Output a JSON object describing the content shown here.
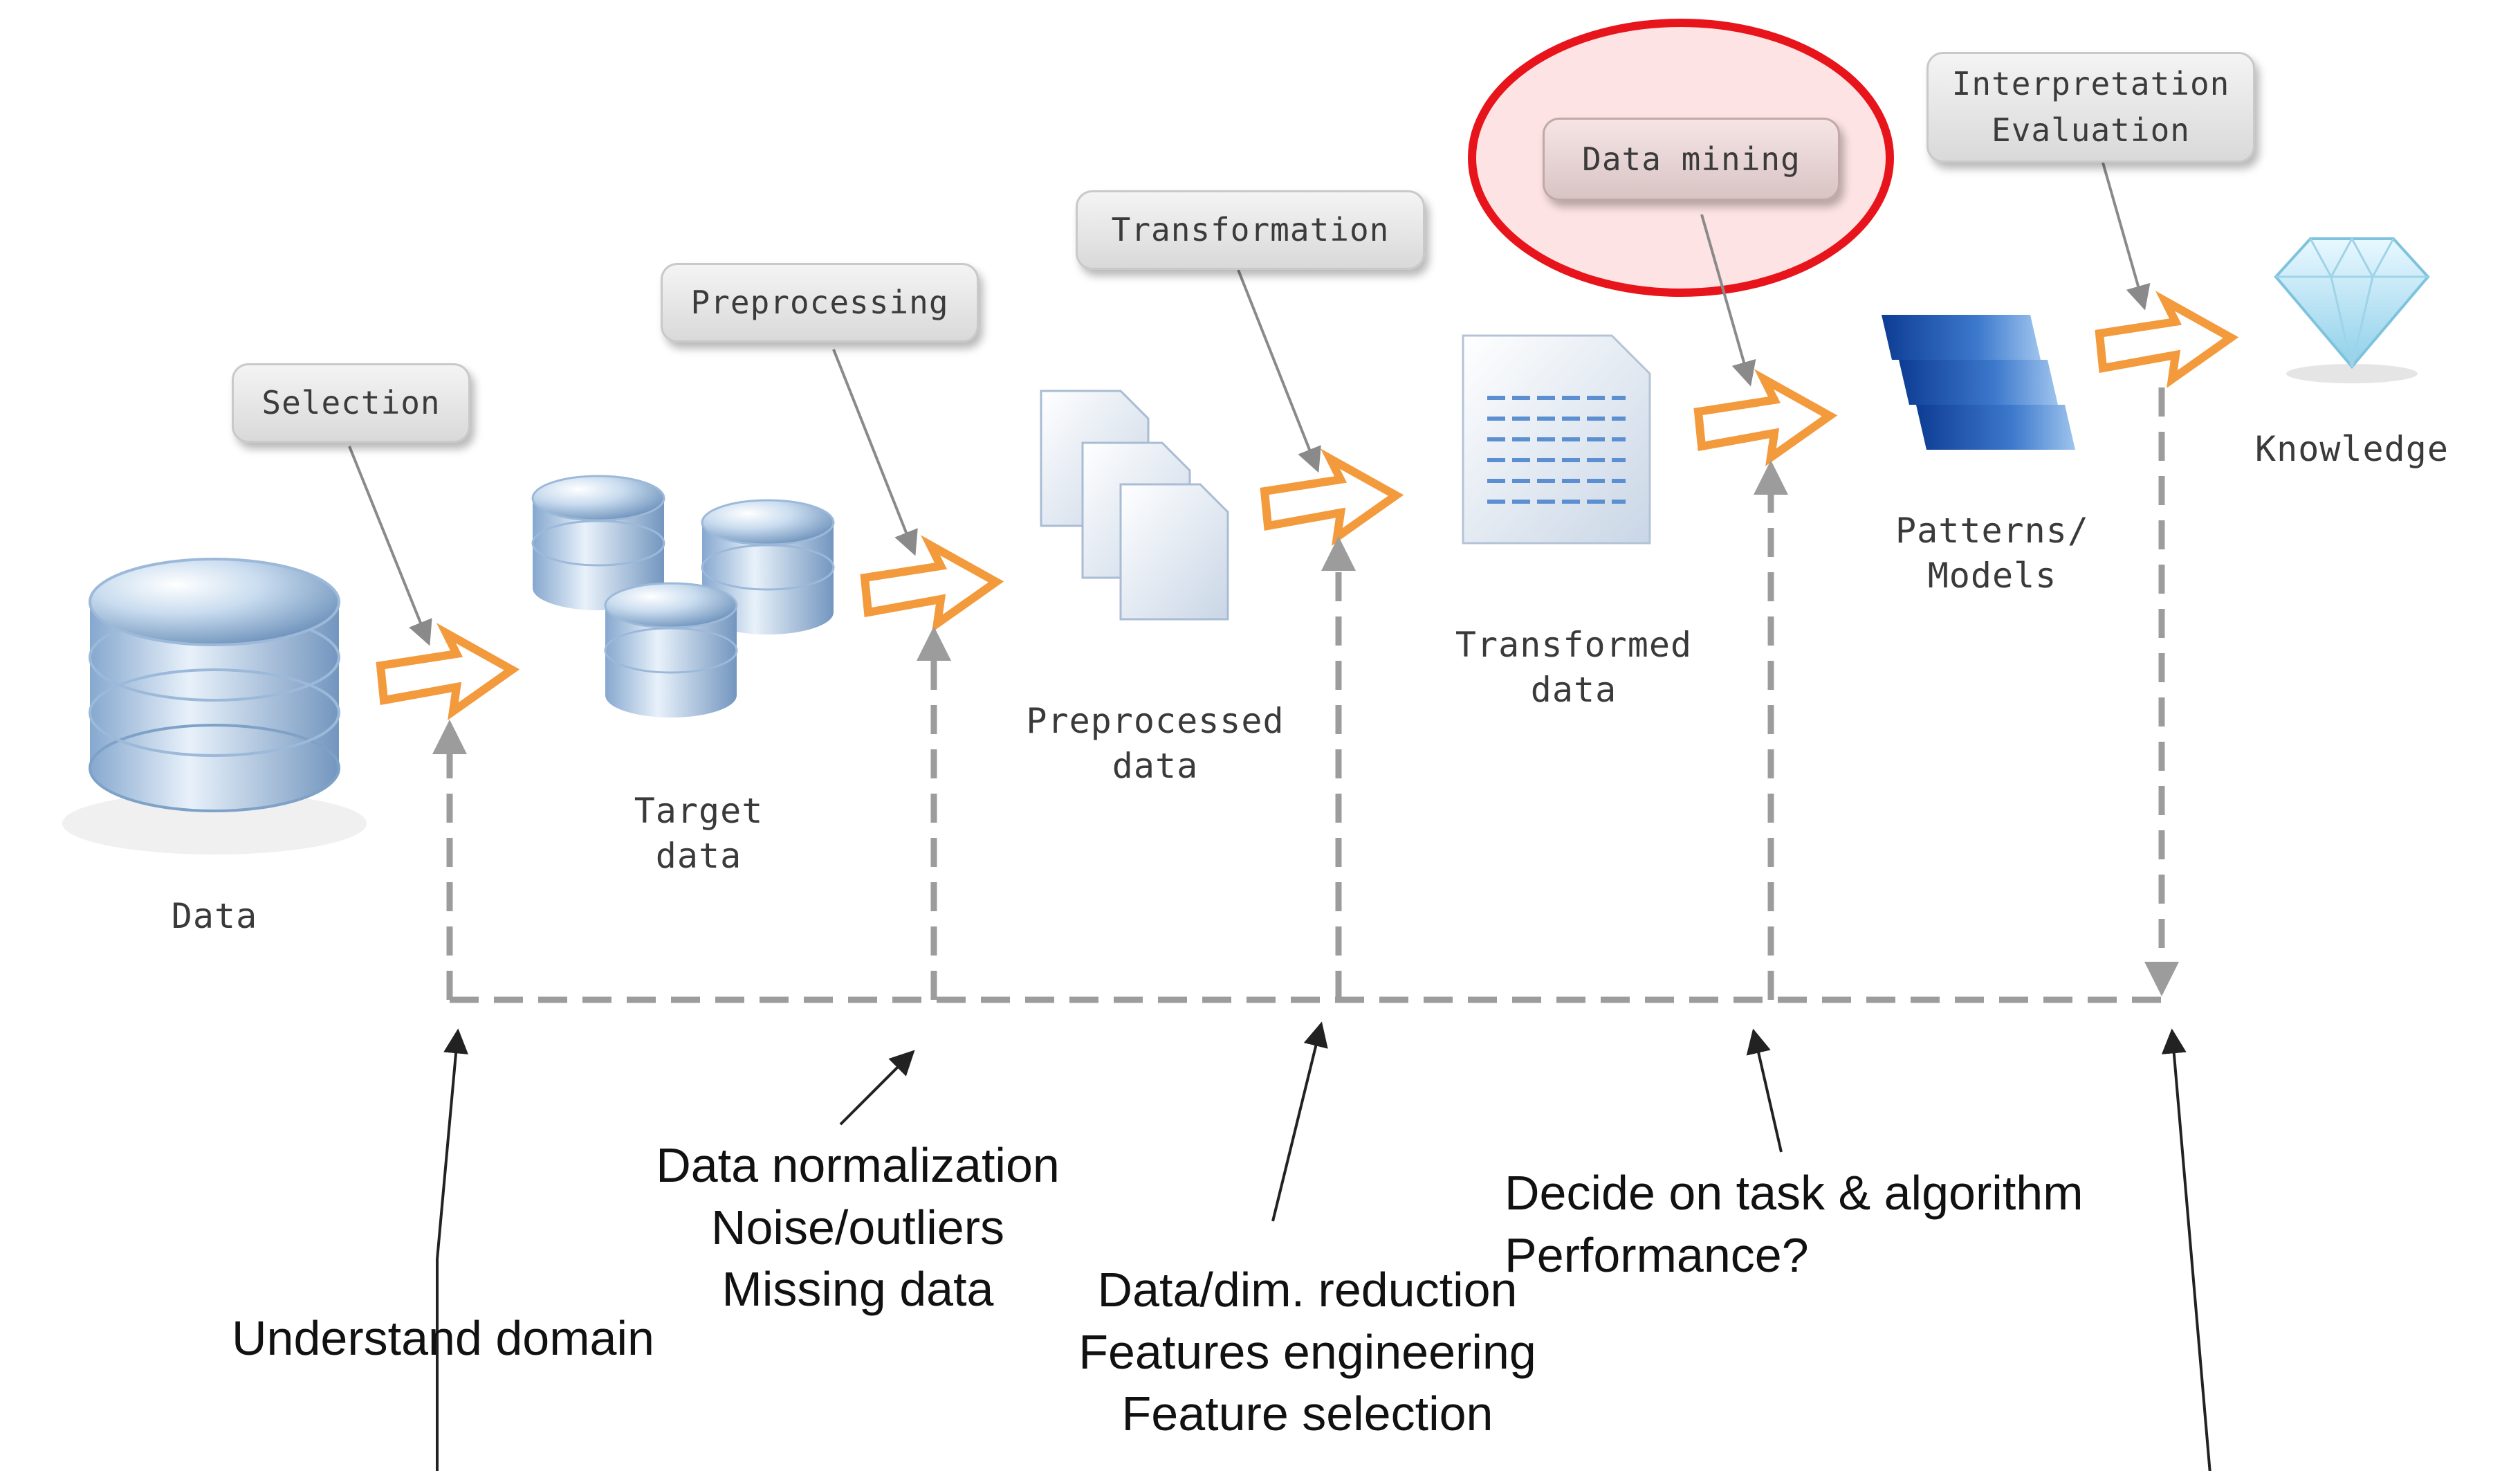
{
  "steps": {
    "selection": "Selection",
    "preprocessing": "Preprocessing",
    "transformation": "Transformation",
    "data_mining": "Data mining",
    "interpretation": "Interpretation\nEvaluation"
  },
  "stages": {
    "data": "Data",
    "target_data": "Target\ndata",
    "preprocessed_data": "Preprocessed\ndata",
    "transformed_data": "Transformed\ndata",
    "patterns_models": "Patterns/\nModels",
    "knowledge": "Knowledge"
  },
  "notes": {
    "understand_domain": "Understand domain",
    "preprocessing_notes": "Data normalization\nNoise/outliers\nMissing data",
    "transformation_notes": "Data/dim. reduction\nFeatures engineering\nFeature selection",
    "mining_notes": "Decide on task & algorithm\nPerformance?"
  },
  "colors": {
    "arrow_orange": "#f39a3c",
    "highlight_ring": "#e8141b",
    "highlight_fill": "#fde3e3",
    "dashed_line": "#9c9c9c"
  }
}
